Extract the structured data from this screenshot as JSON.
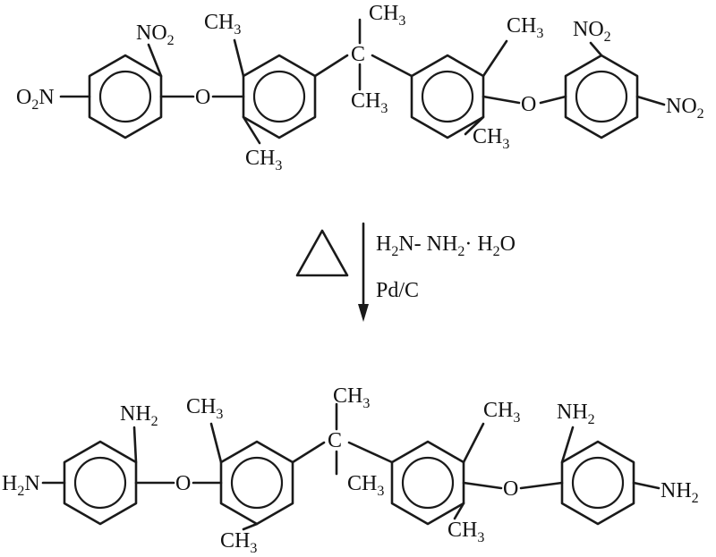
{
  "reactant": {
    "nitro_top_left": "NO2",
    "nitro_far_left": "O2N",
    "ether_left": "O",
    "methyl_upper_left": "CH3",
    "methyl_lower_left": "CH3",
    "bridge_carbon": "C",
    "methyl_bridge_top": "CH3",
    "methyl_bridge_bottom": "CH3",
    "methyl_upper_right": "CH3",
    "methyl_lower_right": "CH3",
    "ether_right": "O",
    "nitro_top_right": "NO2",
    "nitro_far_right": "NO2"
  },
  "conditions": {
    "heat_symbol": "triangle",
    "reagent_line1": "H2N- NH2· H2O",
    "reagent_line2": "Pd/C"
  },
  "product": {
    "amine_top_left": "NH2",
    "amine_far_left": "H2N",
    "ether_left": "O",
    "methyl_upper_left": "CH3",
    "methyl_lower_left": "CH3",
    "bridge_carbon": "C",
    "methyl_bridge_top": "CH3",
    "methyl_bridge_bottom": "CH3",
    "methyl_upper_right": "CH3",
    "methyl_lower_right": "CH3",
    "ether_right": "O",
    "amine_top_right": "NH2",
    "amine_far_right": "NH2"
  }
}
